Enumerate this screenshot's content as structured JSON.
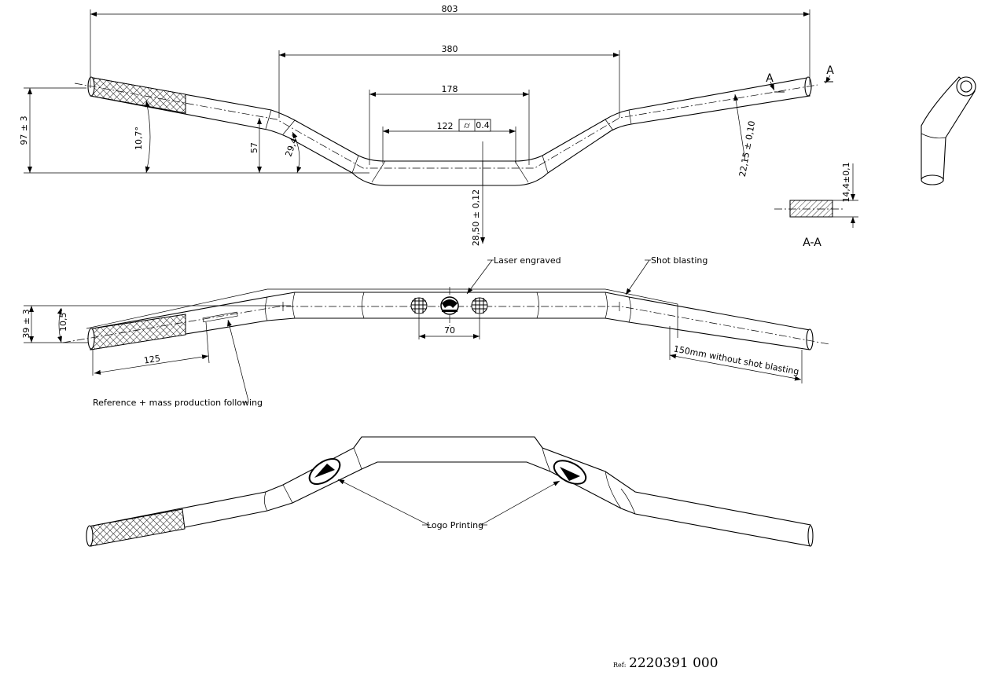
{
  "dimensions": {
    "overall_width": "803",
    "inner_width": "380",
    "center_width": "178",
    "clamp_width": "122",
    "tolerance_symbol": "⌭",
    "tolerance_value": "0.4",
    "height": "97 ± 3",
    "rise": "57",
    "angle_grip": "10,7°",
    "angle_bend": "29,4°",
    "center_diameter": "28,50 ± 0,12",
    "end_diameter": "22,15 ± 0,10",
    "wall": "14,4±0,1",
    "pullback": "39 ± 3",
    "sweep_angle": "10,5°",
    "knurl_length": "125",
    "engrave_spacing": "70",
    "no_blast_length": "150mm without shot blasting"
  },
  "labels": {
    "section_mark_left": "A",
    "section_mark_right": "A",
    "section_title": "A-A",
    "laser_engraved": "Laser engraved",
    "shot_blasting": "Shot blasting",
    "reference_note": "Reference + mass production following",
    "logo_printing": "Logo Printing"
  },
  "reference": {
    "prefix": "Ref:",
    "number": "2220391 000"
  }
}
